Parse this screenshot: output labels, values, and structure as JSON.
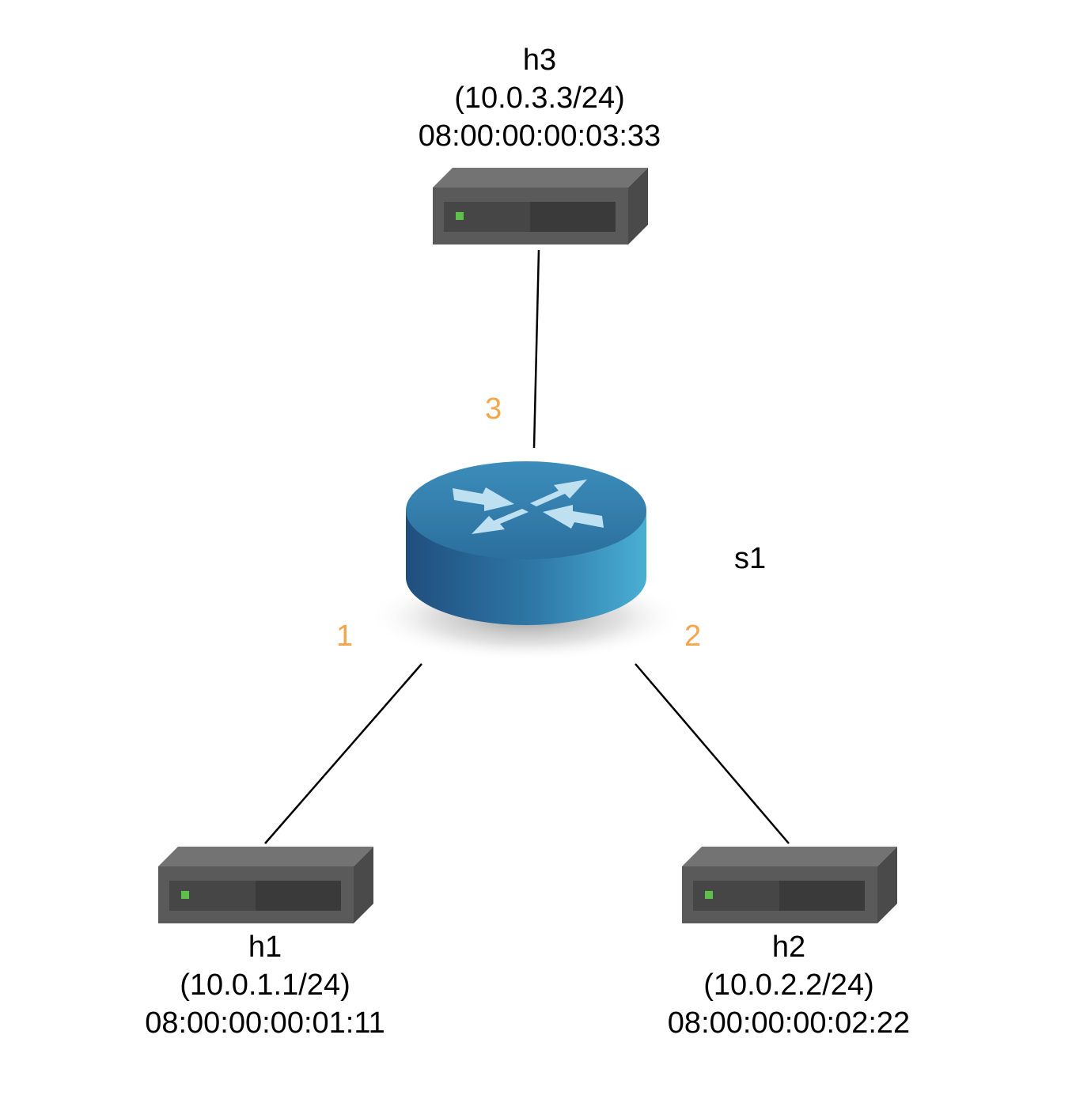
{
  "hosts": {
    "h3": {
      "name": "h3",
      "ip": "(10.0.3.3/24)",
      "mac": "08:00:00:00:03:33"
    },
    "h1": {
      "name": "h1",
      "ip": "(10.0.1.1/24)",
      "mac": "08:00:00:00:01:11"
    },
    "h2": {
      "name": "h2",
      "ip": "(10.0.2.2/24)",
      "mac": "08:00:00:00:02:22"
    }
  },
  "switch": {
    "name": "s1"
  },
  "ports": {
    "p1": "1",
    "p2": "2",
    "p3": "3"
  },
  "colors": {
    "port_label": "#f5a54a",
    "host_body": "#5a5a5a",
    "host_top": "#737373",
    "host_front": "#333333",
    "host_led": "#5cc04a",
    "switch_blue_dark": "#1f4e7e",
    "switch_blue_light": "#4aafd4",
    "link": "#000000"
  },
  "icons": {
    "host": "server-box-icon",
    "switch": "router-icon"
  }
}
